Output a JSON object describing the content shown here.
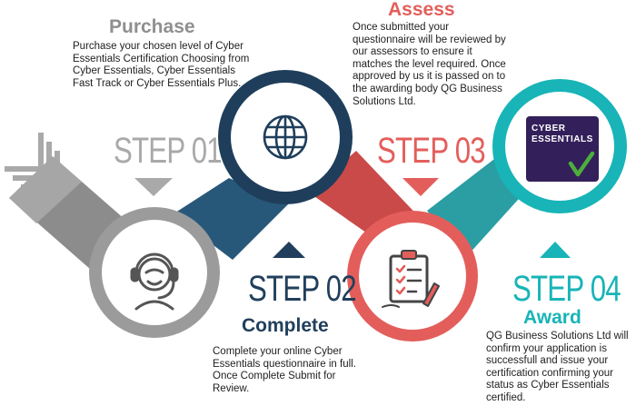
{
  "colors": {
    "gray": "#a9a9a9",
    "navy": "#213f5c",
    "red": "#e35e5b",
    "teal": "#18b4b7",
    "badge_purple": "#33205a",
    "badge_green": "#4cae3b"
  },
  "steps": [
    {
      "label": "STEP 01",
      "heading": "Purchase",
      "description": "Purchase your chosen level of Cyber Essentials Certification Choosing from Cyber Essentials, Cyber Essentials Fast Track or Cyber Essentials Plus.",
      "icon": "headset-support-icon"
    },
    {
      "label": "STEP 02",
      "heading": "Complete",
      "description": "Complete your online Cyber Essentials questionnaire in full. Once Complete Submit for Review.",
      "icon": "globe-icon"
    },
    {
      "label": "STEP 03",
      "heading": "Assess",
      "description": "Once submitted your questionnaire will be reviewed by our assessors to ensure it matches the level required. Once approved by us it is passed on to the awarding body QG Business Solutions Ltd.",
      "icon": "clipboard-checklist-icon"
    },
    {
      "label": "STEP 04",
      "heading": "Award",
      "description": "QG Business Solutions Ltd will confirm your application is successfull and issue your certification confirming your status as Cyber Essentials certified.",
      "icon": "cyber-essentials-badge"
    }
  ],
  "badge": {
    "line1": "CYBER",
    "line2": "ESSENTIALS"
  }
}
